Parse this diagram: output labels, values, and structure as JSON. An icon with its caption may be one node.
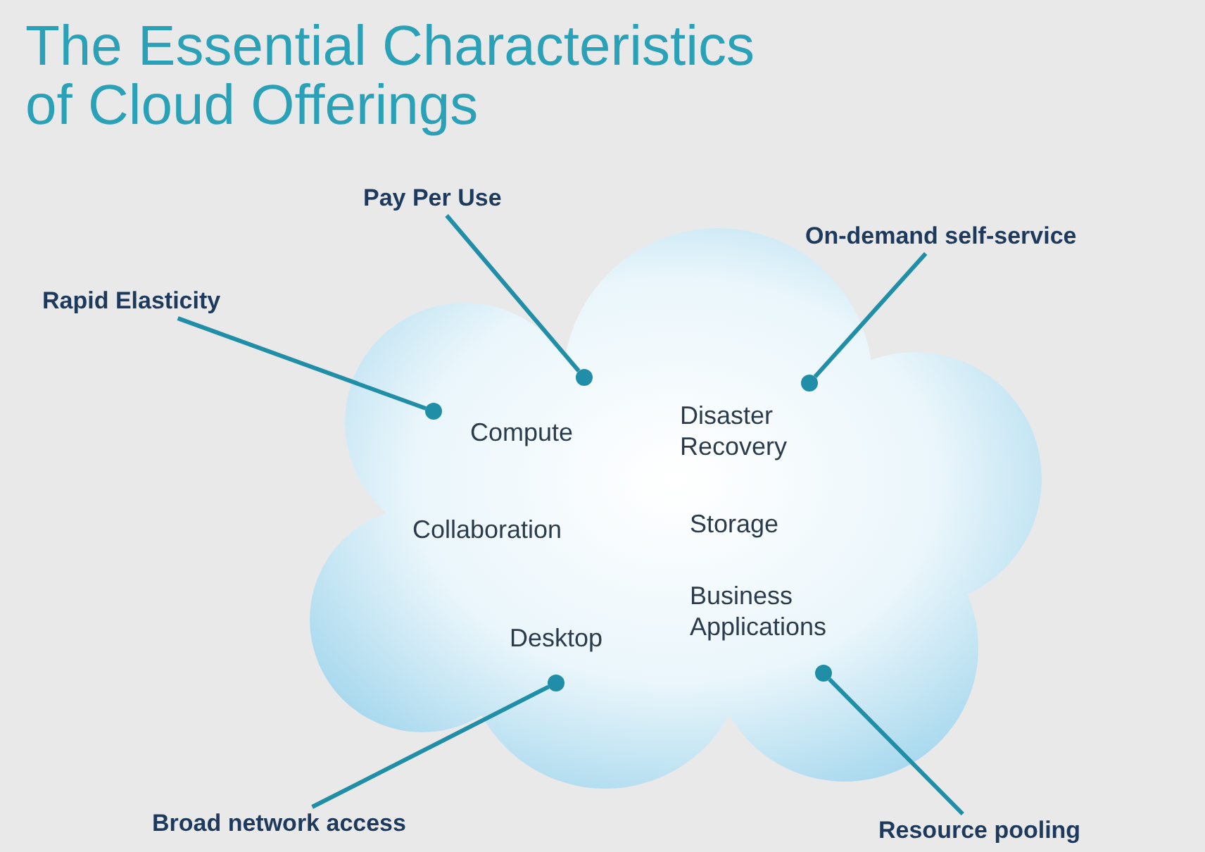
{
  "diagram": {
    "title": "The Essential Characteristics of Cloud Offerings",
    "nodes": [
      {
        "text": [
          "Pay Per Use"
        ]
      },
      {
        "text": [
          "On-demand self-service"
        ]
      },
      {
        "text": [
          "Rapid Elasticity"
        ]
      },
      {
        "text": [
          "Compute",
          "Disaster Recovery",
          "Collaboration",
          "Storage",
          "Business Applications",
          "Desktop"
        ]
      },
      {
        "text": [],
        "shape": "circle",
        "in": 3
      },
      {
        "text": [],
        "shape": "circle",
        "in": 3
      },
      {
        "text": [],
        "shape": "circle",
        "in": 3
      },
      {
        "text": [],
        "shape": "circle",
        "in": 3
      },
      {
        "text": [],
        "shape": "circle",
        "in": 3
      },
      {
        "text": [
          "Broad network access"
        ]
      },
      {
        "text": [
          "Resource pooling"
        ]
      }
    ],
    "edges": [
      {
        "from": 0,
        "to": 4,
        "arrow": "none"
      },
      {
        "from": 1,
        "to": 5,
        "arrow": "none"
      },
      {
        "from": 2,
        "to": 6,
        "arrow": "none"
      },
      {
        "from": 9,
        "to": 8,
        "arrow": "none"
      },
      {
        "from": 10,
        "to": 7,
        "arrow": "none"
      }
    ]
  }
}
